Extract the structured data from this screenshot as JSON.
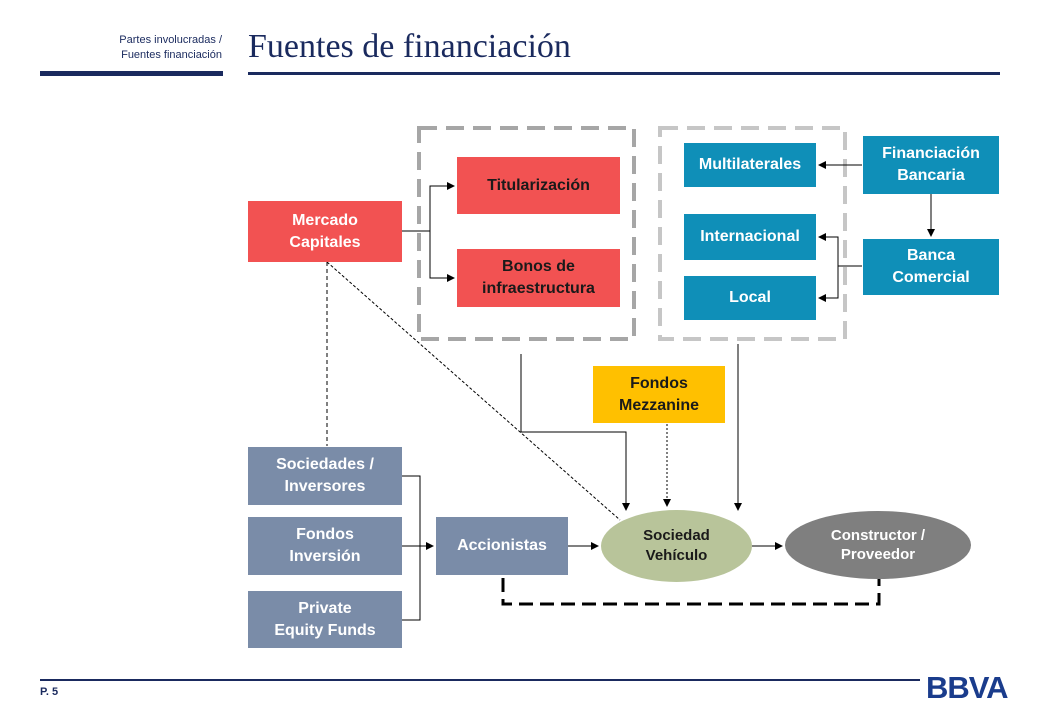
{
  "header": {
    "breadcrumb_line1": "Partes involucradas /",
    "breadcrumb_line2": "Fuentes financiación",
    "title": "Fuentes de financiación"
  },
  "nodes": {
    "mercado_capitales": "Mercado\nCapitales",
    "titularizacion": "Titularización",
    "bonos": "Bonos de\ninfraestructura",
    "multilaterales": "Multilaterales",
    "internacional": "Internacional",
    "local": "Local",
    "financiacion_bancaria": "Financiación\nBancaria",
    "banca_comercial": "Banca\nComercial",
    "fondos_mezzanine": "Fondos\nMezzanine",
    "sociedades_inversores": "Sociedades /\nInversores",
    "fondos_inversion": "Fondos\nInversión",
    "private_equity": "Private\nEquity Funds",
    "accionistas": "Accionistas",
    "sociedad_vehiculo": "Sociedad\nVehículo",
    "constructor_proveedor": "Constructor /\nProveedor"
  },
  "footer": {
    "page": "P. 5",
    "logo": "BBVA"
  },
  "colors": {
    "navy": "#1a2a5e",
    "red": "#f25252",
    "teal": "#0f8fb8",
    "gray": "#7a8ca8",
    "yellow": "#ffc000",
    "green": "#b8c49a",
    "dark_gray": "#7f7f7f"
  }
}
